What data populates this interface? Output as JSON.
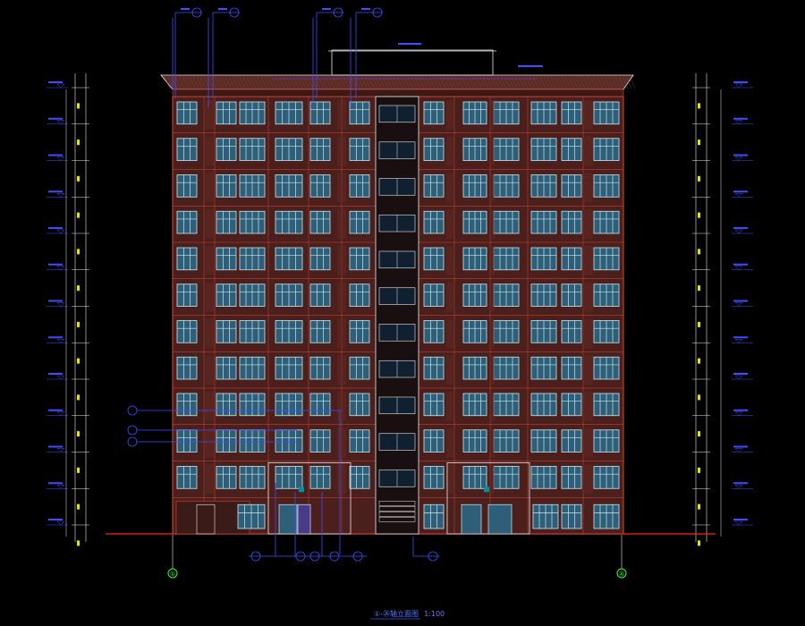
{
  "drawing": {
    "title": "①-㉖轴立面图",
    "scale": "1:100"
  },
  "axes": {
    "left_label": "①",
    "right_label": "㉖"
  },
  "colors": {
    "background": "#000000",
    "facade_brick": "#4a1f1c",
    "facade_lines": "#d9473a",
    "roof": "#5a2a24",
    "window_frame": "#c8e8f0",
    "window_glass": "#2f5f78",
    "dimension_blue": "#3f4dff",
    "annotation_yellow": "#e6e600",
    "grid_green": "#33ff33",
    "level_red": "#ff2020",
    "white_lines": "#e8e8e8"
  },
  "floors": 12
}
